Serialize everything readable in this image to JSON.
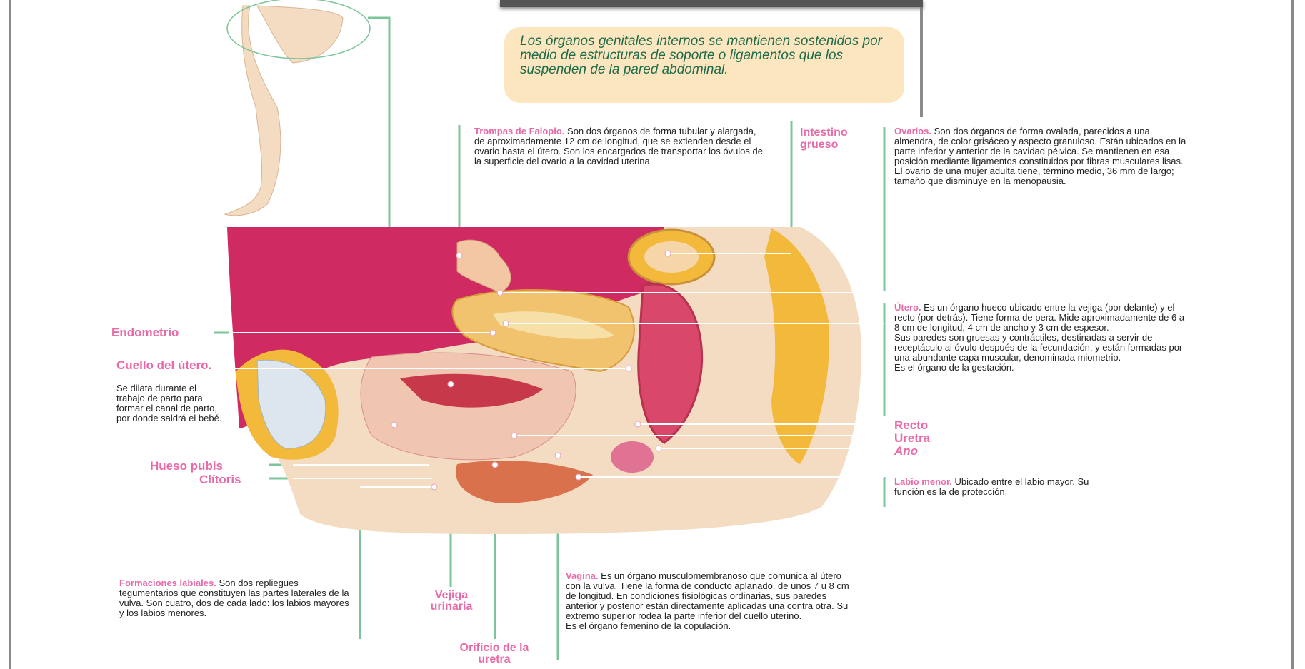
{
  "note": "Los órganos genitales internos se mantienen sostenidos por medio de estructuras de soporte o ligamentos que los suspenden de la pared abdominal.",
  "labels": {
    "endometrio": "Endometrio",
    "cuello_title": "Cuello del útero.",
    "cuello_desc": "Se dilata durante el trabajo de parto para formar el canal de parto, por donde saldrá el bebé.",
    "hueso_pubis": "Hueso pubis",
    "clitoris": "Clítoris",
    "intestino": "Intestino grueso",
    "recto": "Recto",
    "uretra": "Uretra",
    "ano": "Ano",
    "vejiga": "Vejiga urinaria",
    "orificio": "Orificio de la uretra"
  },
  "descriptions": {
    "trompas_title": "Trompas de Falopio.",
    "trompas_text": " Son dos órganos de forma tubular y alargada, de aproximadamente 12 cm de longitud, que se extienden desde el ovario hasta el útero. Son los encargados de transportar los óvulos de la superficie del ovario a la cavidad uterina.",
    "ovarios_title": "Ovarios.",
    "ovarios_text": " Son dos órganos de forma ovalada, parecidos a una almendra, de color grisáceo y aspecto granuloso. Están ubicados en la parte inferior y anterior de la cavidad pélvica. Se mantienen en esa posición mediante ligamentos constituidos por fibras musculares lisas.",
    "ovarios_text2": "El ovario de una mujer adulta tiene, término medio, 36 mm de largo; tamaño que disminuye en la menopausia.",
    "utero_title": "Útero.",
    "utero_text": " Es un órgano hueco ubicado entre la vejiga (por delante) y el recto (por detrás). Tiene forma de pera. Mide aproximadamente de 6 a 8 cm de longitud, 4 cm de ancho y 3 cm de espesor.",
    "utero_text2": "Sus paredes son gruesas y contráctiles, destinadas a servir de receptáculo al óvulo después de la fecundación, y están formadas por una abundante capa muscular, denominada miometrio.",
    "utero_text3": "Es el órgano de la gestación.",
    "labio_title": "Labio menor.",
    "labio_text": " Ubicado entre el labio mayor. Su función es la de protección.",
    "formaciones_title": "Formaciones labiales.",
    "formaciones_text": " Son dos repliegues tegumentarios que constituyen las partes laterales de la vulva. Son cuatro, dos de cada lado: los labios mayores y los labios menores.",
    "vagina_title": "Vagina.",
    "vagina_text": " Es un órgano musculomembranoso que comunica al útero con la vulva. Tiene la forma de conducto aplanado, de unos 7 u 8 cm de longitud. En condiciones fisiológicas ordinarias, sus paredes anterior y posterior están directamente aplicadas una contra otra. Su extremo superior rodea la parte inferior del cuello uterino.",
    "vagina_text2": "Es el órgano femenino de la copulación."
  },
  "colors": {
    "label_pink": "#e86aa8",
    "leader_green": "#7cc59a",
    "note_bg": "#fbe6bf",
    "note_text": "#1e6b4a",
    "skin": "#f3dcc2",
    "fat": "#f2b93a",
    "uterus": "#d9476b",
    "peritoneum": "#c9245b"
  }
}
